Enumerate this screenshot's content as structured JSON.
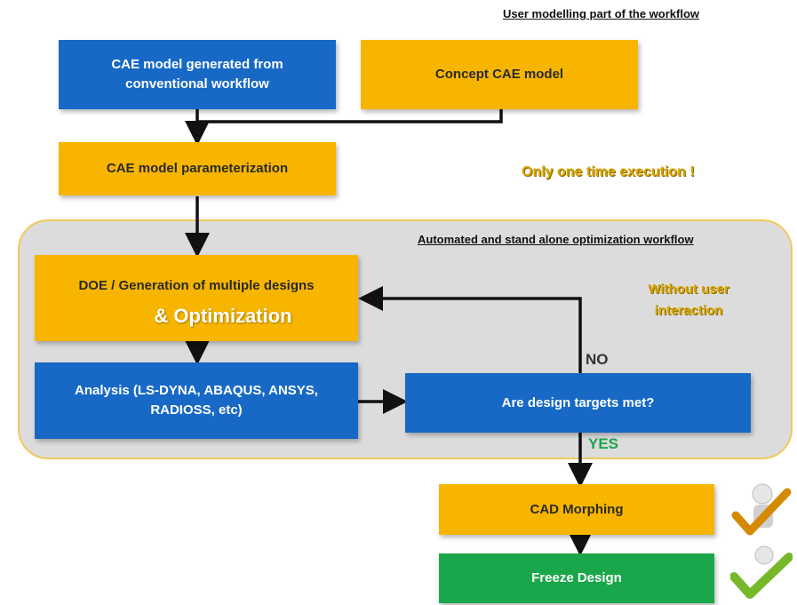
{
  "header": {
    "top_title": "User modelling part of the workflow",
    "only_once": "Only one time execution !"
  },
  "boxes": {
    "conventional": "CAE model generated from conventional workflow",
    "concept": "Concept CAE model",
    "parameterization": "CAE model parameterization",
    "doe": "DOE / Generation of multiple designs",
    "optimization": "& Optimization",
    "analysis": "Analysis (LS-DYNA, ABAQUS, ANSYS, RADIOSS, etc)",
    "targets": "Are design targets met?",
    "cad_morphing": "CAD Morphing",
    "freeze": "Freeze Design"
  },
  "panel": {
    "title": "Automated and stand alone optimization workflow",
    "note": "Without user interaction"
  },
  "labels": {
    "no": "NO",
    "yes": "YES"
  },
  "icons": [
    "person-with-check-icon",
    "checkmark-icon"
  ],
  "colors": {
    "blue": "#1769c5",
    "yellow": "#f7b500",
    "green": "#1aa64a",
    "panel": "#d9d9d9",
    "note": "#d6a400",
    "yes": "#1aa64a"
  }
}
